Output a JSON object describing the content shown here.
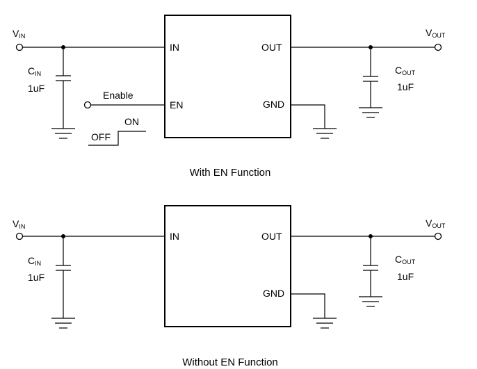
{
  "top": {
    "caption": "With EN Function",
    "vin": {
      "main": "V",
      "sub": "IN"
    },
    "vout": {
      "main": "V",
      "sub": "OUT"
    },
    "cin": {
      "main": "C",
      "sub": "IN",
      "value": "1uF"
    },
    "cout": {
      "main": "C",
      "sub": "OUT",
      "value": "1uF"
    },
    "pins": {
      "in": "IN",
      "en": "EN",
      "out": "OUT",
      "gnd": "GND"
    },
    "enable_label": "Enable",
    "switch": {
      "off": "OFF",
      "on": "ON"
    }
  },
  "bottom": {
    "caption": "Without EN Function",
    "vin": {
      "main": "V",
      "sub": "IN"
    },
    "vout": {
      "main": "V",
      "sub": "OUT"
    },
    "cin": {
      "main": "C",
      "sub": "IN",
      "value": "1uF"
    },
    "cout": {
      "main": "C",
      "sub": "OUT",
      "value": "1uF"
    },
    "pins": {
      "in": "IN",
      "out": "OUT",
      "gnd": "GND"
    }
  }
}
